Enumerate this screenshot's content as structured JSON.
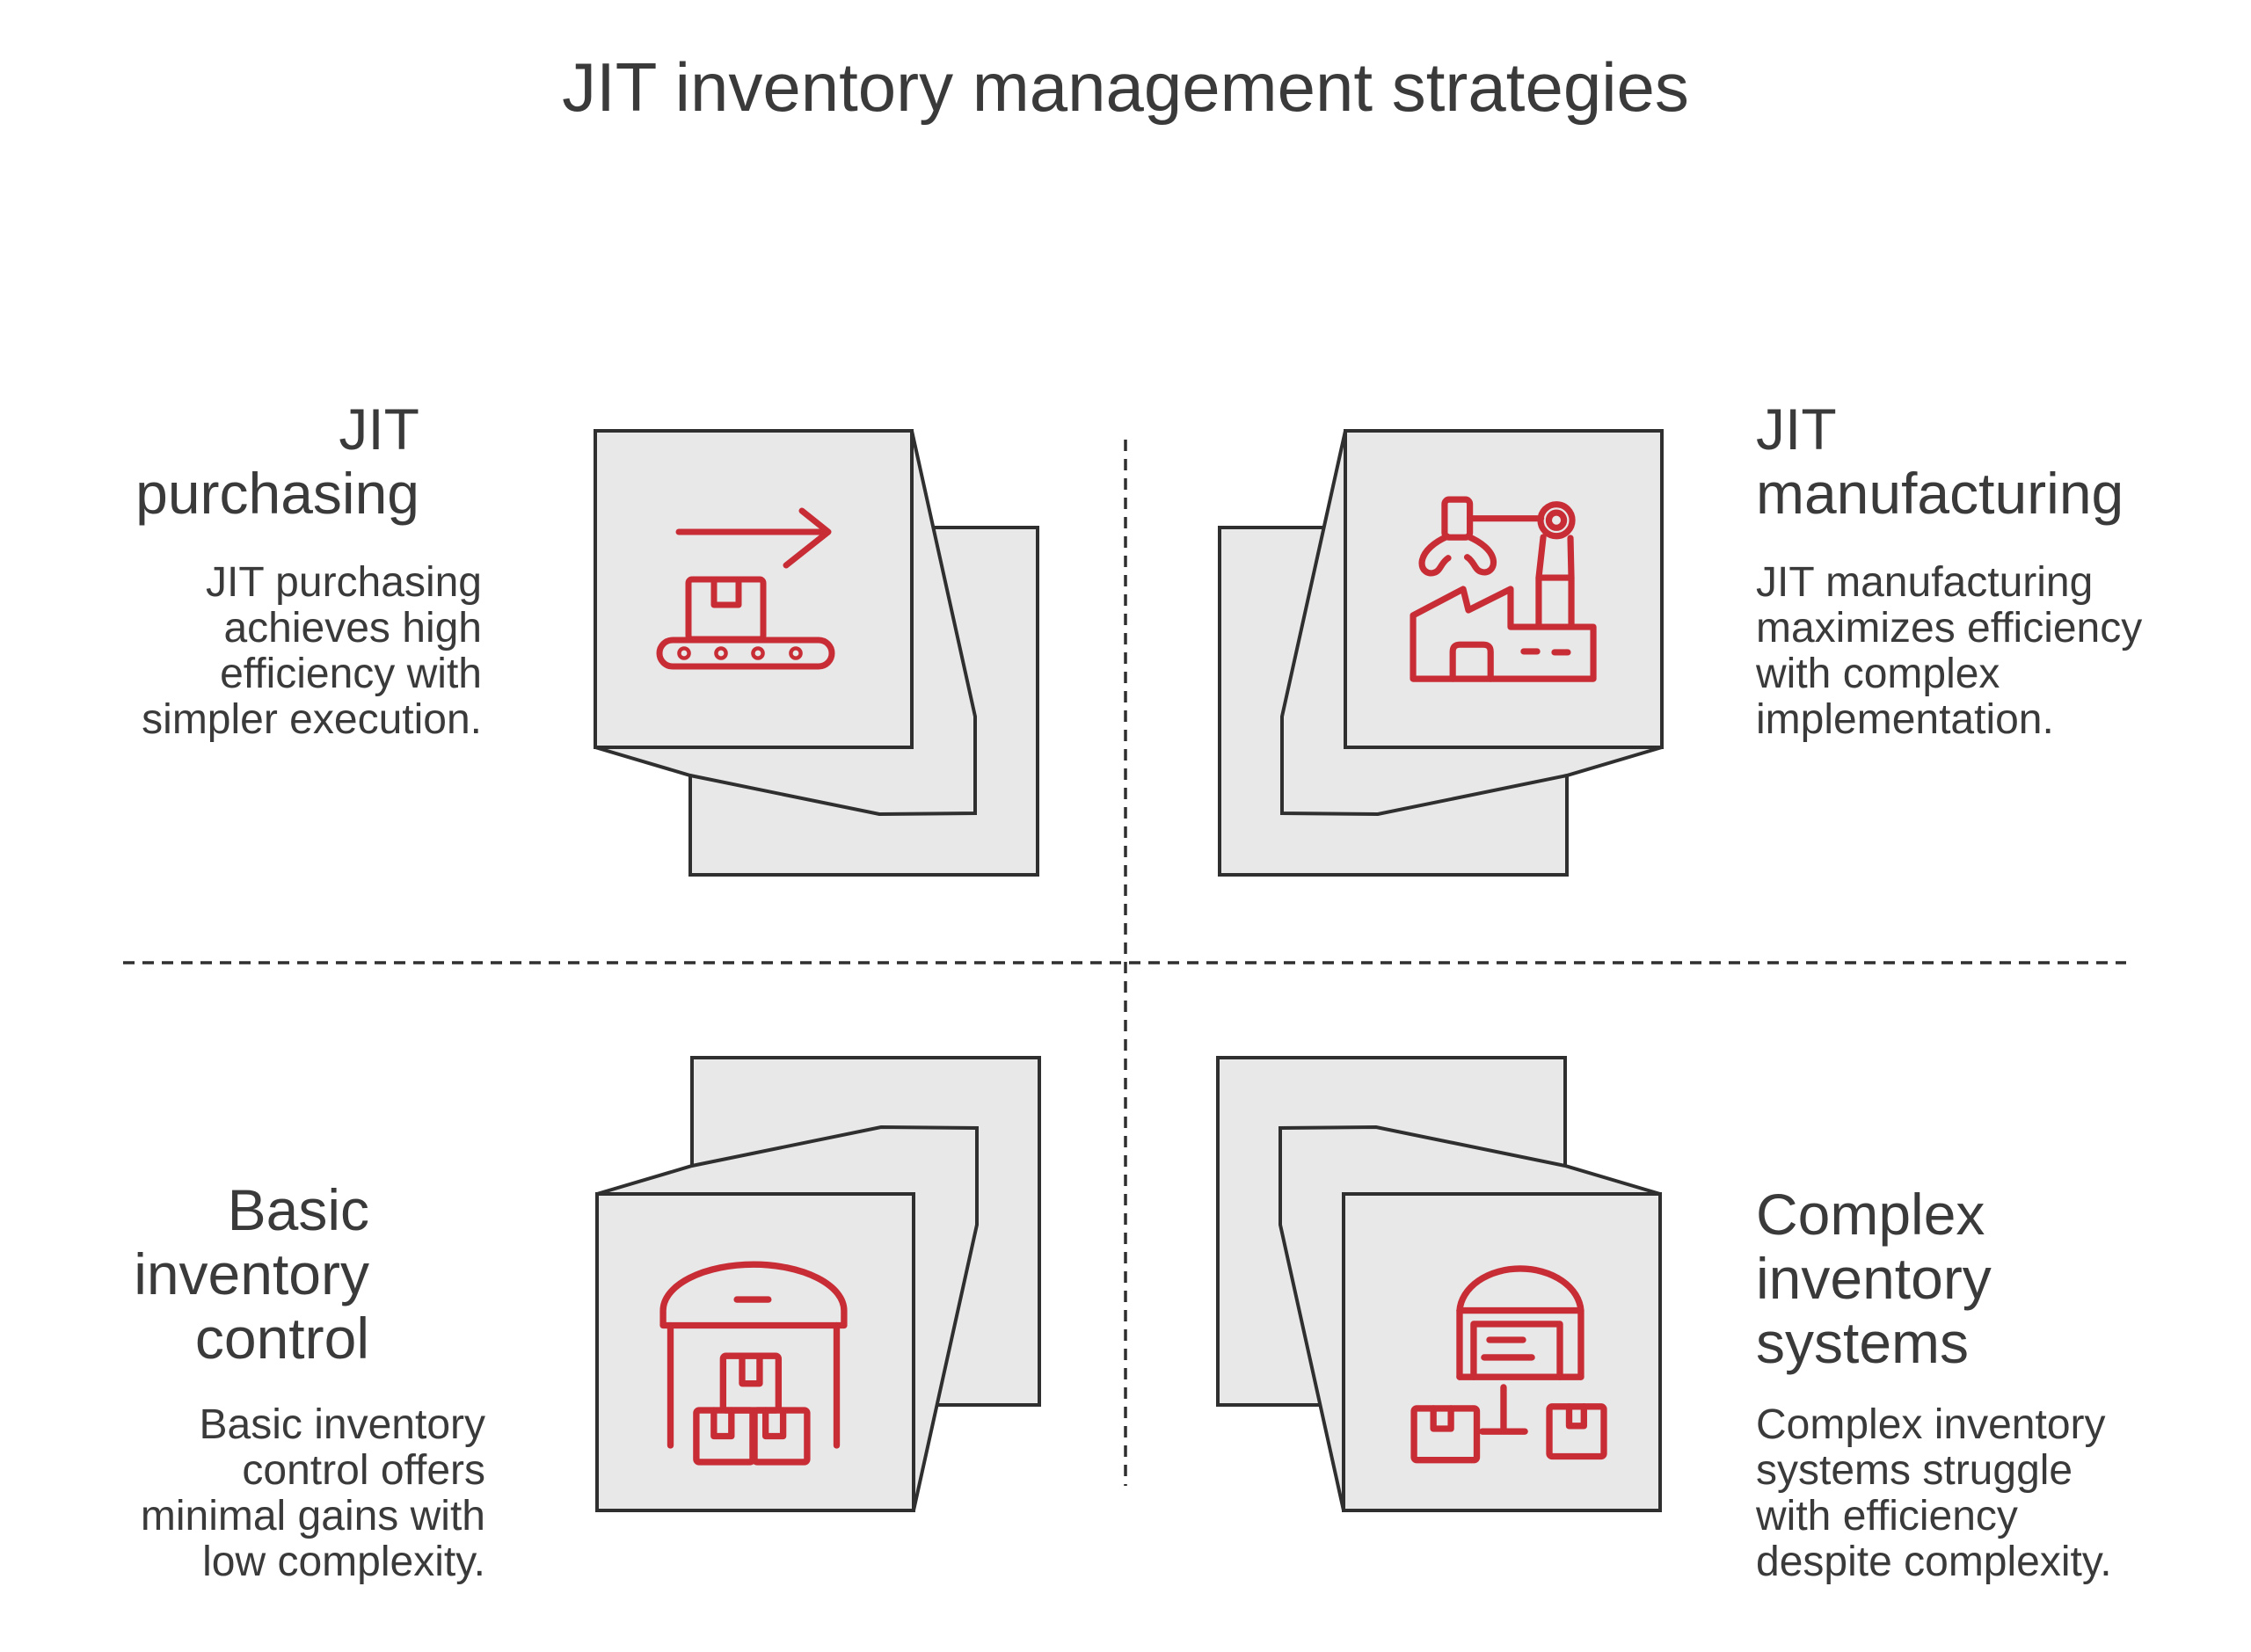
{
  "title": "JIT inventory management strategies",
  "theme": {
    "accent": "#c82d36",
    "ink": "#2f2f2f",
    "text": "#3a3a3a",
    "boxfill": "#e8e8e8",
    "bg": "#ffffff"
  },
  "dividers": {
    "style": "dashed",
    "orientation": [
      "horizontal",
      "vertical"
    ]
  },
  "quadrants": {
    "top_left": {
      "title": "JIT\npurchasing",
      "body": "JIT purchasing\nachieves high\nefficiency with\nsimpler execution.",
      "icon": "conveyor-arrow-icon"
    },
    "top_right": {
      "title": "JIT\nmanufacturing",
      "body": "JIT manufacturing\nmaximizes efficiency\nwith complex\nimplementation.",
      "icon": "factory-robot-arm-icon"
    },
    "bottom_left": {
      "title": "Basic\ninventory\ncontrol",
      "body": "Basic inventory\ncontrol offers\nminimal gains with\nlow complexity.",
      "icon": "warehouse-boxes-icon"
    },
    "bottom_right": {
      "title": "Complex\ninventory\nsystems",
      "body": "Complex inventory\nsystems struggle\nwith efficiency\ndespite complexity.",
      "icon": "warehouse-network-icon"
    }
  }
}
